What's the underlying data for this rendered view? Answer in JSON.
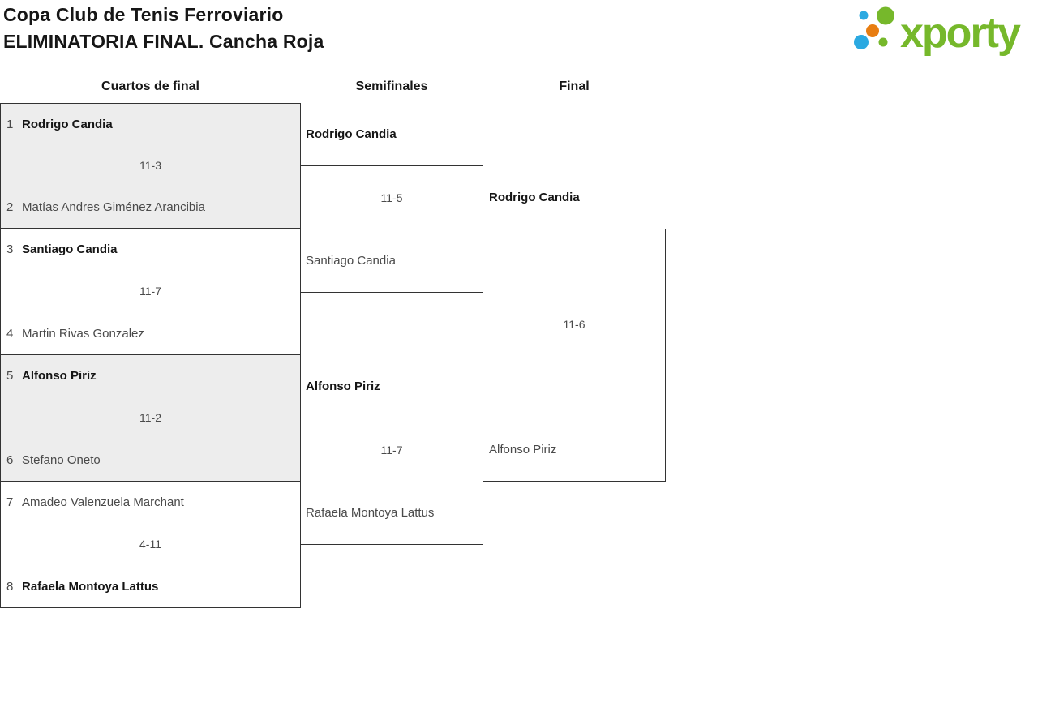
{
  "header": {
    "title_line1": "Copa Club de Tenis Ferroviario",
    "title_line2": "ELIMINATORIA FINAL. Cancha Roja"
  },
  "logo": {
    "brand": "xporty",
    "colors": {
      "green": "#76B82B",
      "blue": "#2BA9E1",
      "orange": "#E87D11"
    }
  },
  "round_headers": {
    "quarterfinals": "Cuartos de final",
    "semifinals": "Semifinales",
    "final": "Final"
  },
  "matches": {
    "qf": [
      {
        "seed1": "1",
        "p1": "Rodrigo Candia",
        "score": "11-3",
        "seed2": "2",
        "p2": "Matías Andres Giménez Arancibia",
        "winner": "p1"
      },
      {
        "seed1": "3",
        "p1": "Santiago Candia",
        "score": "11-7",
        "seed2": "4",
        "p2": "Martin Rivas Gonzalez",
        "winner": "p1"
      },
      {
        "seed1": "5",
        "p1": "Alfonso Piriz",
        "score": "11-2",
        "seed2": "6",
        "p2": "Stefano Oneto",
        "winner": "p1"
      },
      {
        "seed1": "7",
        "p1": "Amadeo Valenzuela Marchant",
        "score": "4-11",
        "seed2": "8",
        "p2": "Rafaela Montoya Lattus",
        "winner": "p2"
      }
    ],
    "sf": [
      {
        "p1": "Rodrigo Candia",
        "score": "11-5",
        "p2": "Santiago Candia",
        "winner": "p1"
      },
      {
        "p1": "Alfonso Piriz",
        "score": "11-7",
        "p2": "Rafaela Montoya Lattus",
        "winner": "p1"
      }
    ],
    "final": {
      "p1": "Rodrigo Candia",
      "score": "11-6",
      "p2": "Alfonso Piriz",
      "winner": "p1"
    }
  }
}
